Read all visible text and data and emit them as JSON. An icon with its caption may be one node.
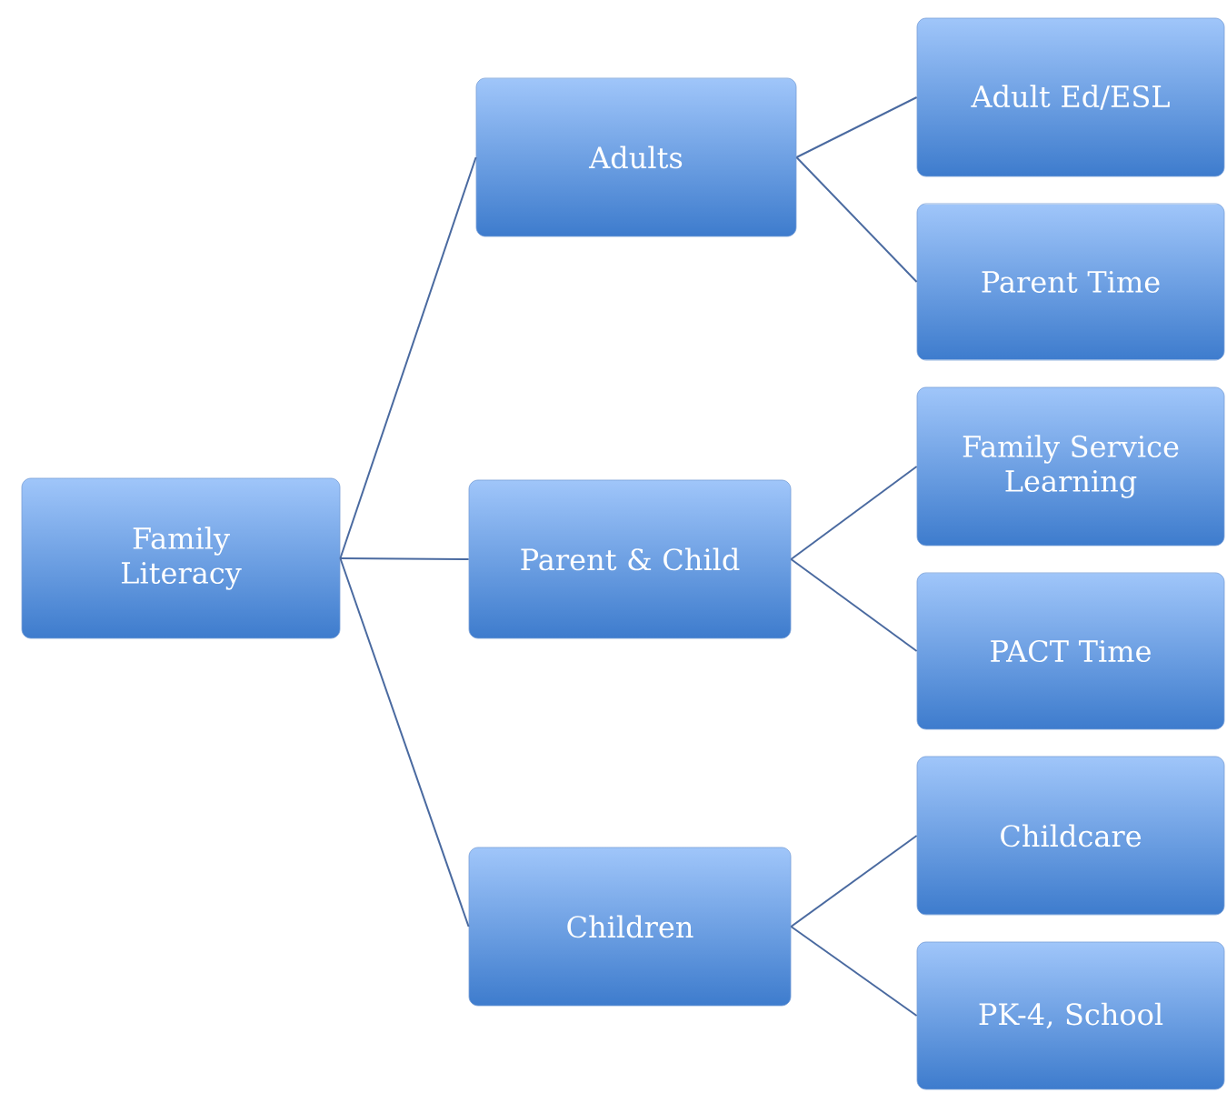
{
  "diagram": {
    "nodes": [
      {
        "text": [
          "Family Literacy"
        ]
      },
      {
        "text": [
          "Adults"
        ]
      },
      {
        "text": [
          "Parent & Child"
        ]
      },
      {
        "text": [
          "Children"
        ]
      },
      {
        "text": [
          "Adult Ed/ESL"
        ]
      },
      {
        "text": [
          "Parent Time"
        ]
      },
      {
        "text": [
          "Family Service Learning"
        ]
      },
      {
        "text": [
          "PACT Time"
        ]
      },
      {
        "text": [
          "Childcare"
        ]
      },
      {
        "text": [
          "PK-4, School"
        ]
      }
    ],
    "edges": [
      {
        "from": 0,
        "to": 1,
        "arrow": "none"
      },
      {
        "from": 0,
        "to": 2,
        "arrow": "none"
      },
      {
        "from": 0,
        "to": 3,
        "arrow": "none"
      },
      {
        "from": 1,
        "to": 4,
        "arrow": "none"
      },
      {
        "from": 1,
        "to": 5,
        "arrow": "none"
      },
      {
        "from": 2,
        "to": 6,
        "arrow": "none"
      },
      {
        "from": 2,
        "to": 7,
        "arrow": "none"
      },
      {
        "from": 3,
        "to": 8,
        "arrow": "none"
      },
      {
        "from": 3,
        "to": 9,
        "arrow": "none"
      }
    ]
  }
}
